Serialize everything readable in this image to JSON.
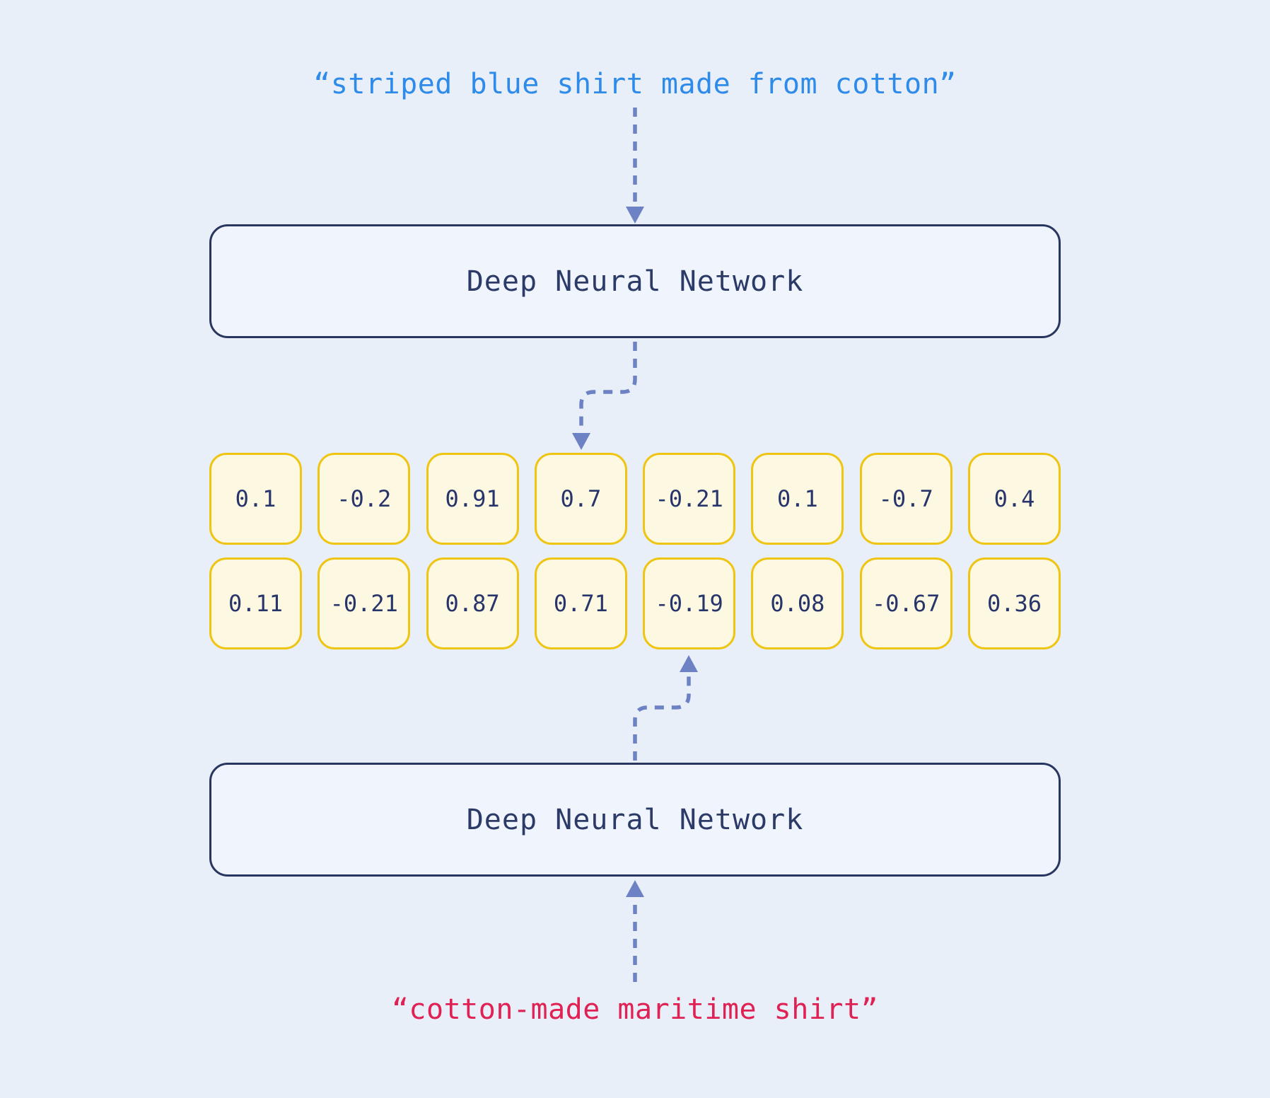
{
  "diagram": {
    "title_semantics": "two-tower text embedding diagram",
    "query_top": "“striped blue shirt made from cotton”",
    "query_bottom": "“cotton-made maritime shirt”",
    "encoder_top": {
      "label": "Deep Neural Network"
    },
    "encoder_bottom": {
      "label": "Deep Neural Network"
    },
    "embedding_row_1": [
      "0.1",
      "-0.2",
      "0.91",
      "0.7",
      "-0.21",
      "0.1",
      "-0.7",
      "0.4"
    ],
    "embedding_row_2": [
      "0.11",
      "-0.21",
      "0.87",
      "0.71",
      "-0.19",
      "0.08",
      "-0.67",
      "0.36"
    ],
    "arrows": [
      "query-top-to-encoder-top",
      "encoder-top-to-embedding-row-1-cell-4",
      "encoder-bottom-to-embedding-row-2-cell-5",
      "query-bottom-to-encoder-bottom"
    ],
    "colors": {
      "background": "#e9eff9",
      "box_fill": "#f0f4fc",
      "box_border": "#29365f",
      "network_label_text": "#2b3a67",
      "cell_fill": "#fdf8e2",
      "cell_border": "#efc514",
      "cell_text": "#27356a",
      "arrow": "#6c82c4",
      "query_top_text": "#2e8be9",
      "query_bottom_text": "#e02153"
    }
  }
}
